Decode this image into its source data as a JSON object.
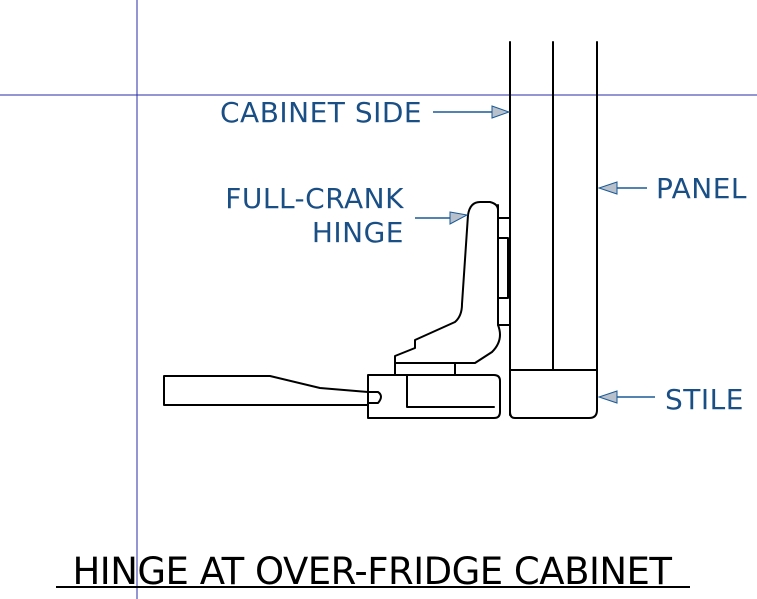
{
  "labels": {
    "cabinet_side": "CABINET SIDE",
    "hinge_line1": "FULL-CRANK",
    "hinge_line2": "HINGE",
    "panel": "PANEL",
    "stile": "STILE"
  },
  "title": "HINGE AT OVER-FRIDGE CABINET",
  "colors": {
    "label": "#1a4f86",
    "guide": "#2b2ba8",
    "outline": "#000000"
  }
}
